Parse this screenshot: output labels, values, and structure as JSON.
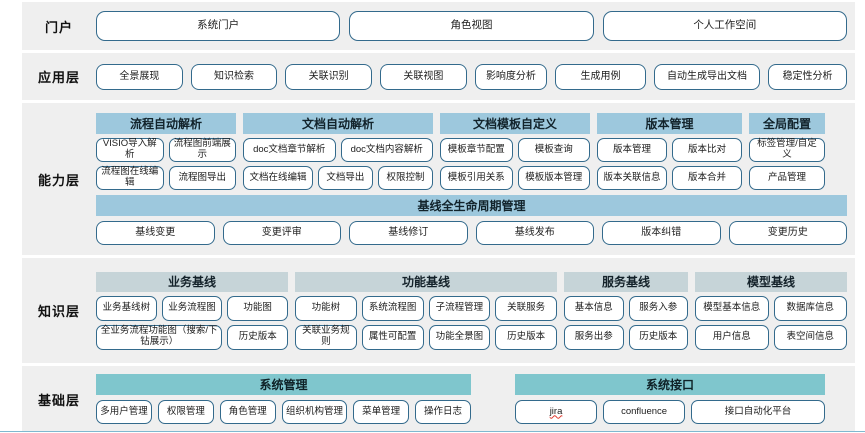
{
  "layers": [
    {
      "id": "portal",
      "label": "门户",
      "items": [
        "系统门户",
        "角色视图",
        "个人工作空间"
      ]
    },
    {
      "id": "application",
      "label": "应用层",
      "items": [
        "全景展现",
        "知识检索",
        "关联识别",
        "关联视图",
        "影响度分析",
        "生成用例",
        "自动生成导出文档",
        "稳定性分析"
      ]
    },
    {
      "id": "capability",
      "label": "能力层",
      "groups": [
        {
          "title": "流程自动解析",
          "flex": 140,
          "rows": [
            [
              "VISIO导入解析",
              "流程图前端展示"
            ],
            [
              "流程图在线编辑",
              "流程图导出"
            ]
          ]
        },
        {
          "title": "文档自动解析",
          "flex": 190,
          "rows": [
            [
              "doc文档章节解析",
              "doc文档内容解析"
            ],
            [
              "文档在线编辑",
              "文档导出",
              "权限控制"
            ]
          ]
        },
        {
          "title": "文档模板自定义",
          "flex": 150,
          "rows": [
            [
              "模板章节配置",
              "模板查询"
            ],
            [
              "模板引用关系",
              "模板版本管理"
            ]
          ]
        },
        {
          "title": "版本管理",
          "flex": 145,
          "rows": [
            [
              "版本管理",
              "版本比对"
            ],
            [
              "版本关联信息",
              "版本合并"
            ]
          ]
        },
        {
          "title": "全局配置",
          "flex": 76,
          "rows": [
            [
              "标签管理/自定义"
            ],
            [
              "产品管理"
            ]
          ]
        }
      ],
      "lifecycle": {
        "title": "基线全生命周期管理",
        "items": [
          "基线变更",
          "变更评审",
          "基线修订",
          "基线发布",
          "版本纠错",
          "变更历史"
        ]
      }
    },
    {
      "id": "knowledge",
      "label": "知识层",
      "groups": [
        {
          "title": "业务基线",
          "flex": 192,
          "rows": [
            [
              "业务基线树",
              "业务流程图",
              "功能图"
            ],
            [
              "全业务流程功能图（搜索/下钻展示）",
              "历史版本"
            ]
          ]
        },
        {
          "title": "功能基线",
          "flex": 262,
          "rows": [
            [
              "功能树",
              "系统流程图",
              "子流程管理",
              "关联服务"
            ],
            [
              "关联业务规则",
              "属性可配置",
              "功能全景图",
              "历史版本"
            ]
          ]
        },
        {
          "title": "服务基线",
          "flex": 124,
          "rows": [
            [
              "基本信息",
              "服务入参"
            ],
            [
              "服务出参",
              "历史版本"
            ]
          ]
        },
        {
          "title": "模型基线",
          "flex": 152,
          "rows": [
            [
              "模型基本信息",
              "数据库信息"
            ],
            [
              "用户信息",
              "表空间信息"
            ]
          ]
        }
      ]
    },
    {
      "id": "foundation",
      "label": "基础层",
      "groups": [
        {
          "title": "系统管理",
          "flex": 375,
          "rows": [
            [
              "多用户管理",
              "权限管理",
              "角色管理",
              "组织机构管理",
              "菜单管理",
              "操作日志"
            ]
          ]
        },
        {
          "title": "系统接口",
          "flex": 310,
          "rows": [
            [
              "jira",
              "confluence",
              "接口自动化平台"
            ]
          ]
        }
      ]
    }
  ],
  "colors": {
    "band_bg": "#efefef",
    "capability_header": "#9dc8dd",
    "knowledge_header": "#c6d4d8",
    "foundation_header": "#7fc6cd",
    "button_border": "#336a8c",
    "page_bg": "#ffffff"
  }
}
